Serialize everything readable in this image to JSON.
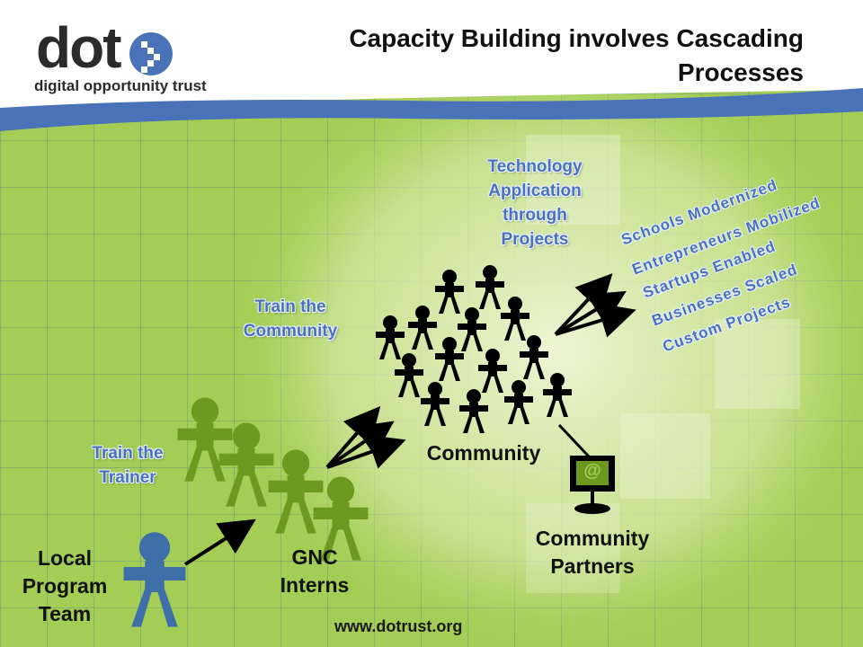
{
  "title": "Capacity Building involves Cascading Processes",
  "logo": {
    "wordmark": "dot",
    "subtitle": "digital opportunity trust",
    "icon": "chevron-right-circle-icon"
  },
  "labels": {
    "technology_application": [
      "Technology",
      "Application",
      "through",
      "Projects"
    ],
    "train_the_community": [
      "Train the",
      "Community"
    ],
    "train_the_trainer": [
      "Train the",
      "Trainer"
    ],
    "community": "Community",
    "community_partners": [
      "Community",
      "Partners"
    ],
    "gnc_interns": [
      "GNC",
      "Interns"
    ],
    "local_program_team": [
      "Local",
      "Program",
      "Team"
    ]
  },
  "outcomes": [
    "Schools Modernized",
    "Entrepreneurs Mobilized",
    "Startups Enabled",
    "Businesses Scaled",
    "Custom Projects"
  ],
  "computer_symbol": "@",
  "footer_url": "www.dotrust.org",
  "colors": {
    "background": "#a3cd54",
    "banner_blue": "#4a72b8",
    "interns_green": "#6b9a1e",
    "local_team_blue": "#3e6fa8",
    "community_black": "#000000"
  }
}
